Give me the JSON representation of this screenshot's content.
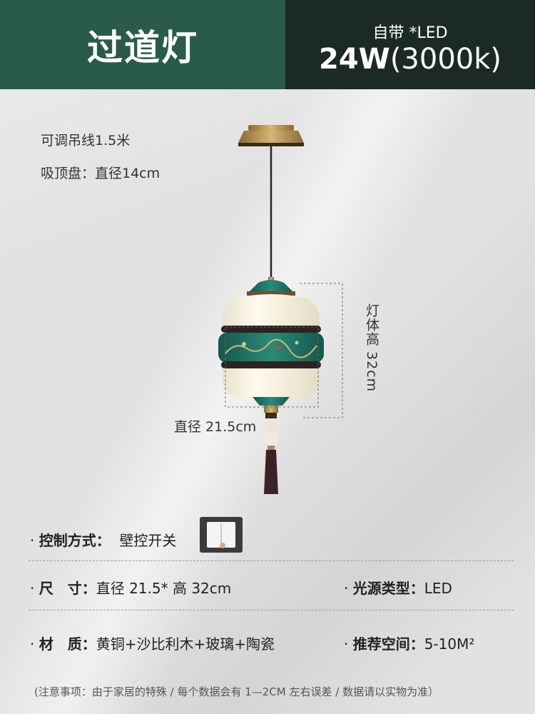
{
  "header": {
    "title": "过道灯",
    "light_source_note": "自带 *LED",
    "power": "24W",
    "color_temp": "(3000k)"
  },
  "notes": {
    "cord": "可调吊线1.5米",
    "canopy": "吸顶盘：直径14cm"
  },
  "dimensions": {
    "diameter_label": "直径 21.5cm",
    "height_label": "灯体高 32cm"
  },
  "specs": {
    "control": {
      "key": "控制方式：",
      "value": "壁控开关"
    },
    "size": {
      "key": "尺　寸：",
      "value": "直径 21.5* 高 32cm"
    },
    "source": {
      "key": "光源类型：",
      "value": "LED"
    },
    "material": {
      "key": "材　质：",
      "value": "黄铜+沙比利木+玻璃+陶瓷"
    },
    "space": {
      "key": "推荐空间：",
      "value": "5-10M²"
    }
  },
  "footnote": "(注意事项：由于家居的特殊 / 每个数据会有 1—2CM 左右误差 / 数据请以实物为准）",
  "colors": {
    "header_green": "#2a5a4c",
    "header_dark": "#1c2a27",
    "lamp_teal": "#1f6f62",
    "brass": "#b08a4a"
  }
}
